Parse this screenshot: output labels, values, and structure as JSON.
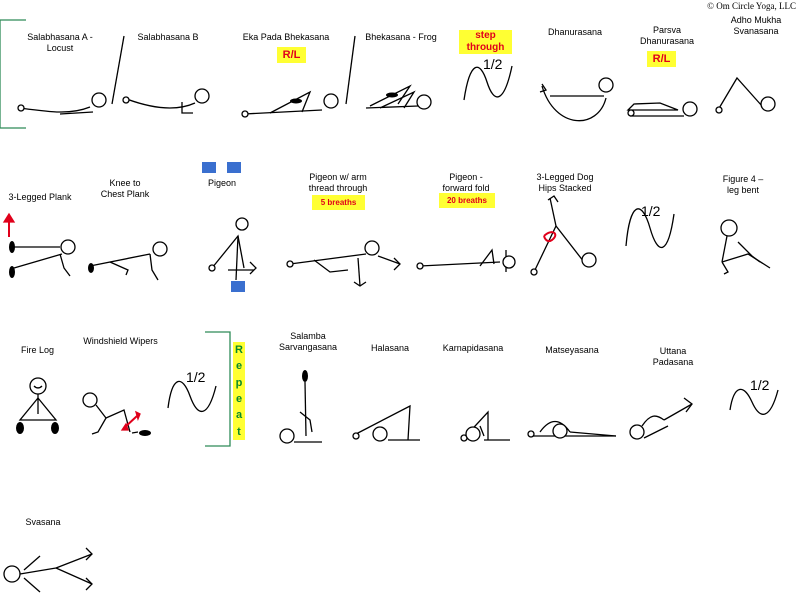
{
  "copyright": "© Om Circle Yoga, LLC",
  "row1": {
    "salabhasana_a": "Salabhasana A -\nLocust",
    "salabhasana_b": "Salabhasana B",
    "eka_pada": "Eka Pada Bhekasana",
    "eka_pada_badge": "R/L",
    "bhekasana": "Bhekasana - Frog",
    "step_through": "step\nthrough",
    "half": "1/2",
    "dhanurasana": "Dhanurasana",
    "parsva": "Parsva\nDhanurasana",
    "parsva_badge": "R/L",
    "adho_mukha": "Adho Mukha\nSvanasana"
  },
  "row2": {
    "three_plank": "3-Legged Plank",
    "knee_chest": "Knee to\nChest Plank",
    "pigeon": "Pigeon",
    "pigeon_arm": "Pigeon w/ arm\nthread through",
    "pigeon_arm_badge": "5 breaths",
    "pigeon_fold": "Pigeon -\nforward fold",
    "pigeon_fold_badge": "20 breaths",
    "three_dog": "3-Legged Dog\nHips Stacked",
    "half": "1/2",
    "figure4": "Figure 4 –\nleg bent"
  },
  "row3": {
    "fire_log": "Fire Log",
    "windshield": "Windshield Wipers",
    "half_a": "1/2",
    "repeat": [
      "R",
      "e",
      "p",
      "e",
      "a",
      "t"
    ],
    "salamba": "Salamba\nSarvangasana",
    "halasana": "Halasana",
    "karnapidasana": "Karnapidasana",
    "matseyasana": "Matseyasana",
    "uttana": "Uttana\nPadasana",
    "half_b": "1/2"
  },
  "row4": {
    "svasana": "Svasana"
  },
  "colors": {
    "highlight": "#ffff33",
    "badge_text": "#e0001b",
    "repeat_text": "#0a8a2a",
    "bracket": "#2e8b57",
    "block": "#3a6fcf"
  }
}
